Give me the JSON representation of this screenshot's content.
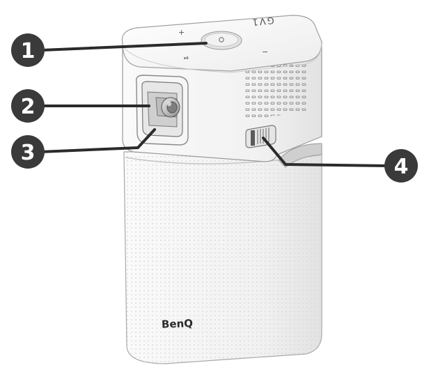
{
  "callouts": [
    {
      "number": "1"
    },
    {
      "number": "2"
    },
    {
      "number": "3"
    },
    {
      "number": "4"
    }
  ],
  "device": {
    "brand": "BenQ",
    "model_mark": "GV1",
    "top_button_plus": "+",
    "top_button_minus": "−",
    "top_button_play": "⏯"
  },
  "colors": {
    "callout_fill": "#3a3a3a",
    "callout_text": "#ffffff",
    "leader_line": "#2b2b2b",
    "body_light": "#f4f4f4",
    "body_shade": "#dedede",
    "outline": "#9a9a9a"
  }
}
